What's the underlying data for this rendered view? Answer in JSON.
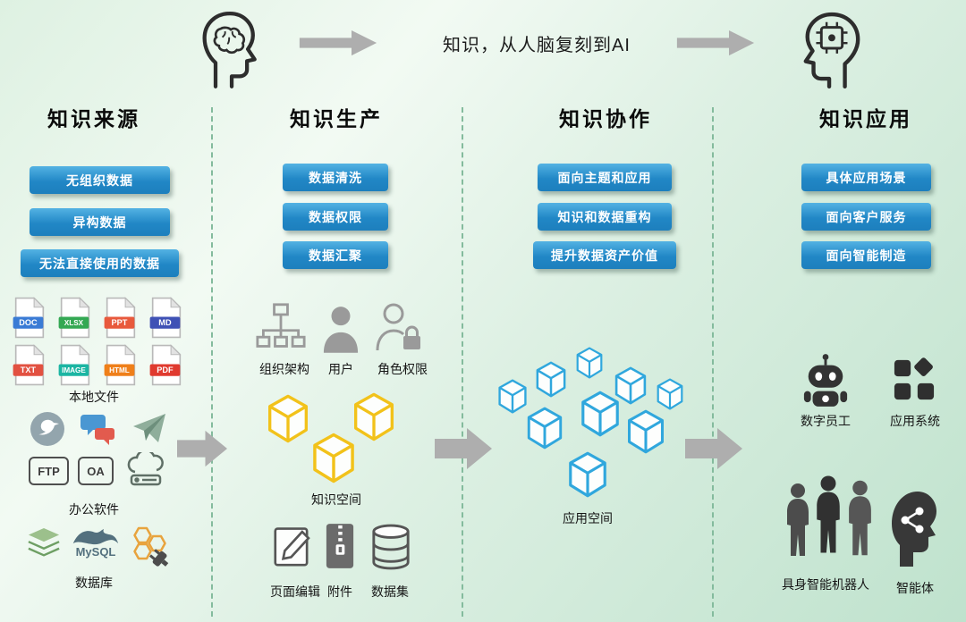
{
  "header": {
    "title": "知识，从人脑复刻到AI"
  },
  "col1": {
    "title": "知识来源",
    "buttons": [
      "无组织数据",
      "异构数据",
      "无法直接使用的数据"
    ],
    "files": [
      {
        "label": "DOC",
        "color": "#3a7bd5"
      },
      {
        "label": "XLSX",
        "color": "#34a853"
      },
      {
        "label": "PPT",
        "color": "#e8593c"
      },
      {
        "label": "MD",
        "color": "#3f51b5"
      },
      {
        "label": "TXT",
        "color": "#e25141"
      },
      {
        "label": "IMAGE",
        "color": "#1cb5a3"
      },
      {
        "label": "HTML",
        "color": "#ef7f1a"
      },
      {
        "label": "PDF",
        "color": "#e03a2f"
      }
    ],
    "files_label": "本地文件",
    "office_boxes": [
      "FTP",
      "OA"
    ],
    "office_label": "办公软件",
    "db_text": "MySQL",
    "db_label": "数据库"
  },
  "col2": {
    "title": "知识生产",
    "buttons": [
      "数据清洗",
      "数据权限",
      "数据汇聚"
    ],
    "role_labels": [
      "组织架构",
      "用户",
      "角色权限"
    ],
    "space_label": "知识空间",
    "tool_labels": [
      "页面编辑",
      "附件",
      "数据集"
    ]
  },
  "col3": {
    "title": "知识协作",
    "buttons": [
      "面向主题和应用",
      "知识和数据重构",
      "提升数据资产价值"
    ],
    "space_label": "应用空间"
  },
  "col4": {
    "title": "知识应用",
    "buttons": [
      "具体应用场景",
      "面向客户服务",
      "面向智能制造"
    ],
    "item_labels": [
      "数字员工",
      "应用系统",
      "具身智能机器人",
      "智能体"
    ]
  },
  "colors": {
    "button_blue": "#2187c6",
    "cube_yellow": "#f2c21a",
    "cube_blue": "#30a7dd",
    "arrow_gray": "#aeaeae",
    "divider_green": "#84bb9d"
  }
}
